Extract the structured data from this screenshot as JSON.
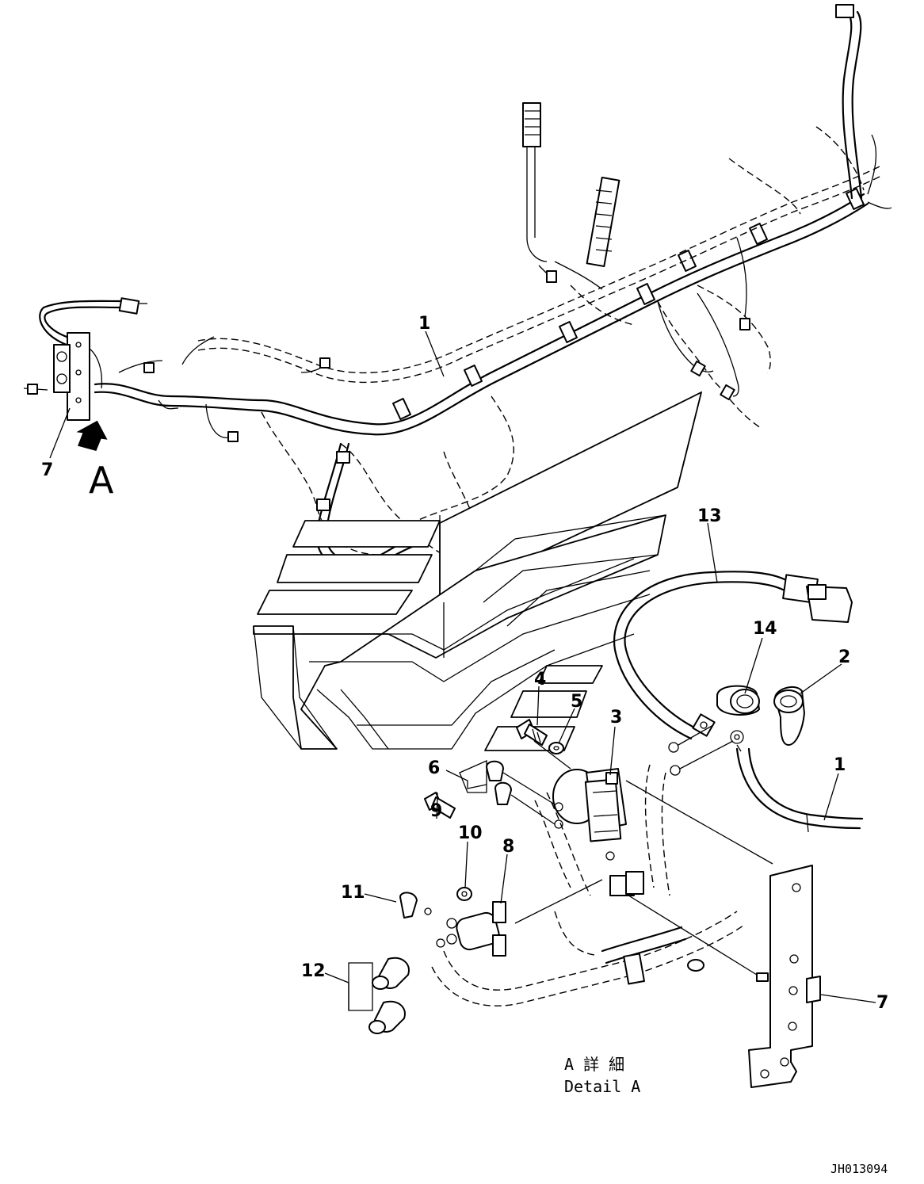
{
  "callouts": {
    "c1_top": "1",
    "c7_left": "7",
    "c13": "13",
    "c14": "14",
    "c2": "2",
    "c4": "4",
    "c5": "5",
    "c3": "3",
    "c6": "6",
    "c1_right": "1",
    "c9": "9",
    "c10": "10",
    "c8": "8",
    "c11": "11",
    "c12": "12",
    "c7_right": "7"
  },
  "view_marker": "A",
  "detail_caption": {
    "jp": "A 詳 細",
    "en": "Detail A"
  },
  "drawing_code": "JH013094"
}
